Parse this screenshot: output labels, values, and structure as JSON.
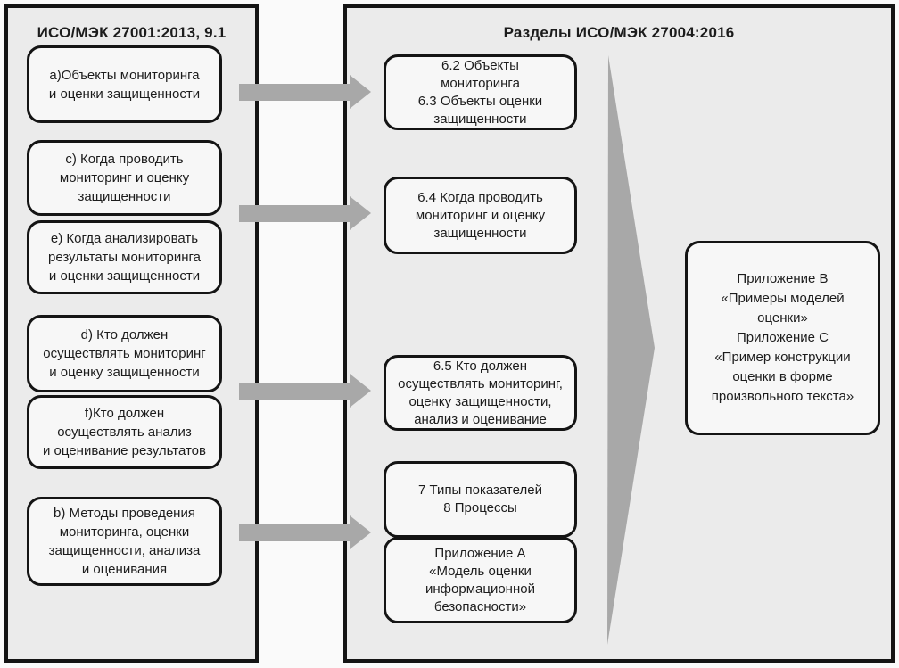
{
  "colors": {
    "line": "#141414",
    "panel_bg": "#ebebeb",
    "node_bg": "#f7f7f7",
    "arrow": "#a8a8a8",
    "page_bg": "#fafafa",
    "text": "#1c1c1c"
  },
  "icons": {
    "flow_arrow": "right-arrow",
    "aggregate_arrow": "large-right-arrowhead"
  },
  "left_panel": {
    "title": "ИСО/МЭК 27001:2013, 9.1",
    "boxes": [
      {
        "text": "a)Объекты мониторинга\nи оценки защищенности"
      },
      {
        "text": "c) Когда проводить\nмониторинг и оценку\nзащищенности"
      },
      {
        "text": "e) Когда анализировать\nрезультаты мониторинга\nи оценки защищенности"
      },
      {
        "text": "d) Кто должен\nосуществлять мониторинг\nи оценку защищенности"
      },
      {
        "text": "f)Кто должен\nосуществлять анализ\nи оценивание результатов"
      },
      {
        "text": "b) Методы проведения\nмониторинга, оценки\nзащищенности, анализа\nи оценивания"
      }
    ]
  },
  "right_panel": {
    "title": "Разделы ИСО/МЭК 27004:2016",
    "boxes": [
      {
        "text": "6.2 Объекты\nмониторинга\n6.3 Объекты оценки\nзащищенности"
      },
      {
        "text": "6.4 Когда проводить\nмониторинг и оценку\nзащищенности"
      },
      {
        "text": "6.5 Кто должен\nосуществлять мониторинг,\nоценку защищенности,\nанализ и оценивание"
      },
      {
        "text": "7 Типы показателей\n8 Процессы"
      },
      {
        "text": "Приложение А\n«Модель оценки\nинформационной\nбезопасности»"
      }
    ],
    "annex_box": {
      "text": "Приложение В\n«Примеры моделей\nоценки»\nПриложение С\n«Пример конструкции\nоценки в форме\nпроизвольного текста»"
    }
  }
}
